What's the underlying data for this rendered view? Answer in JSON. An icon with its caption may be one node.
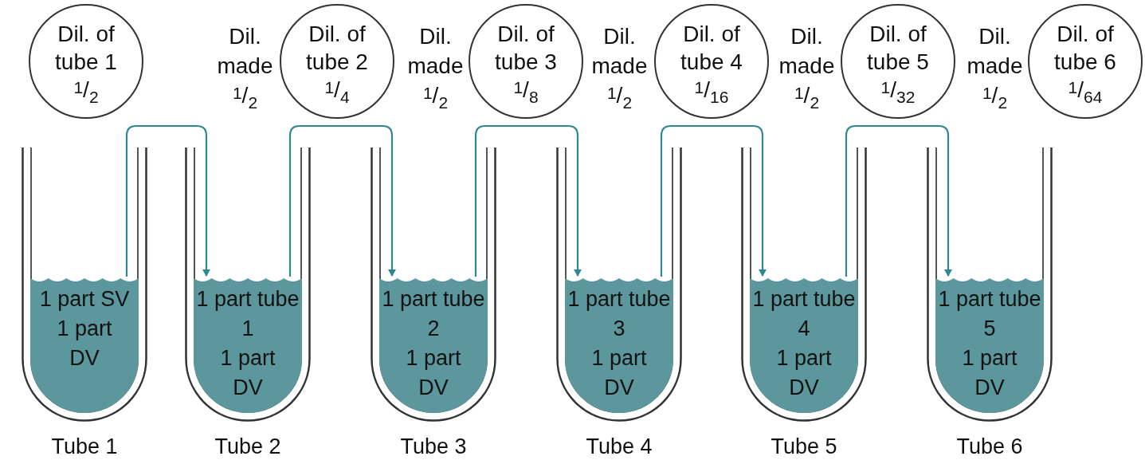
{
  "diagram": {
    "nodes": [
      {
        "text": [
          "Dil. of tube 1",
          "$^{1}$/$_{2}$"
        ]
      },
      {
        "text": [
          "Dil. of tube 2",
          "$^{1}$/$_{4}$"
        ]
      },
      {
        "text": [
          "Dil. of tube 3",
          "$^{1}$/$_{8}$"
        ]
      },
      {
        "text": [
          "Dil. of tube 4",
          "$^{1}$/$_{16}$"
        ]
      },
      {
        "text": [
          "Dil. of tube 5",
          "$^{1}$/$_{32}$"
        ]
      },
      {
        "text": [
          "Dil. of tube 6",
          "$^{1}$/$_{64}$"
        ]
      },
      {
        "text": [
          "1 part SV",
          "1 part DV"
        ],
        "beside": [
          "Tube 1"
        ]
      },
      {
        "text": [
          "1 part tube 1",
          "1 part DV"
        ],
        "beside": [
          "Tube 2"
        ]
      },
      {
        "text": [
          "1 part tube 2",
          "1 part DV"
        ],
        "beside": [
          "Tube 3"
        ]
      },
      {
        "text": [
          "1 part tube 3",
          "1 part DV"
        ],
        "beside": [
          "Tube 4"
        ]
      },
      {
        "text": [
          "1 part tube 4",
          "1 part DV"
        ],
        "beside": [
          "Tube 5"
        ]
      },
      {
        "text": [
          "1 part tube 5",
          "1 part DV"
        ],
        "beside": [
          "Tube 6"
        ]
      }
    ],
    "edges": [
      {
        "from": 6,
        "to": 7,
        "arrow": "to"
      },
      {
        "from": 7,
        "to": 8,
        "arrow": "to"
      },
      {
        "from": 8,
        "to": 9,
        "arrow": "to"
      },
      {
        "from": 9,
        "to": 10,
        "arrow": "to"
      },
      {
        "from": 10,
        "to": 11,
        "arrow": "to"
      }
    ],
    "labels": [
      "Dil. made $^{1}$/$_{2}$",
      "Dil. made $^{1}$/$_{2}$",
      "Dil. made $^{1}$/$_{2}$",
      "Dil. made $^{1}$/$_{2}$",
      "Dil. made $^{1}$/$_{2}$"
    ]
  }
}
